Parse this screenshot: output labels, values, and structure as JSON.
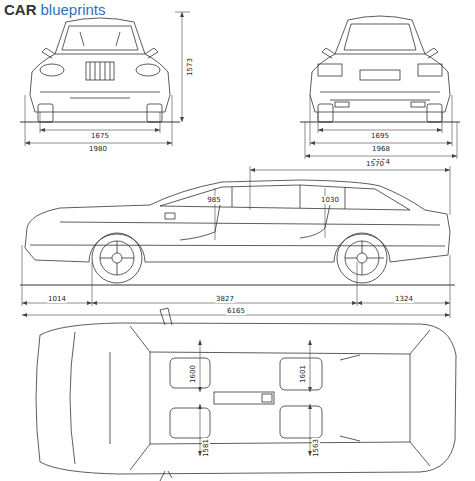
{
  "diagram": {
    "labels": [
      "CAR",
      "blueprints",
      "1573",
      "1675",
      "1980",
      "1695",
      "1968",
      "2134",
      "1570",
      "985",
      "1030",
      "1014",
      "3827",
      "1324",
      "6165",
      "1600",
      "1601",
      "1581",
      "1563"
    ]
  }
}
